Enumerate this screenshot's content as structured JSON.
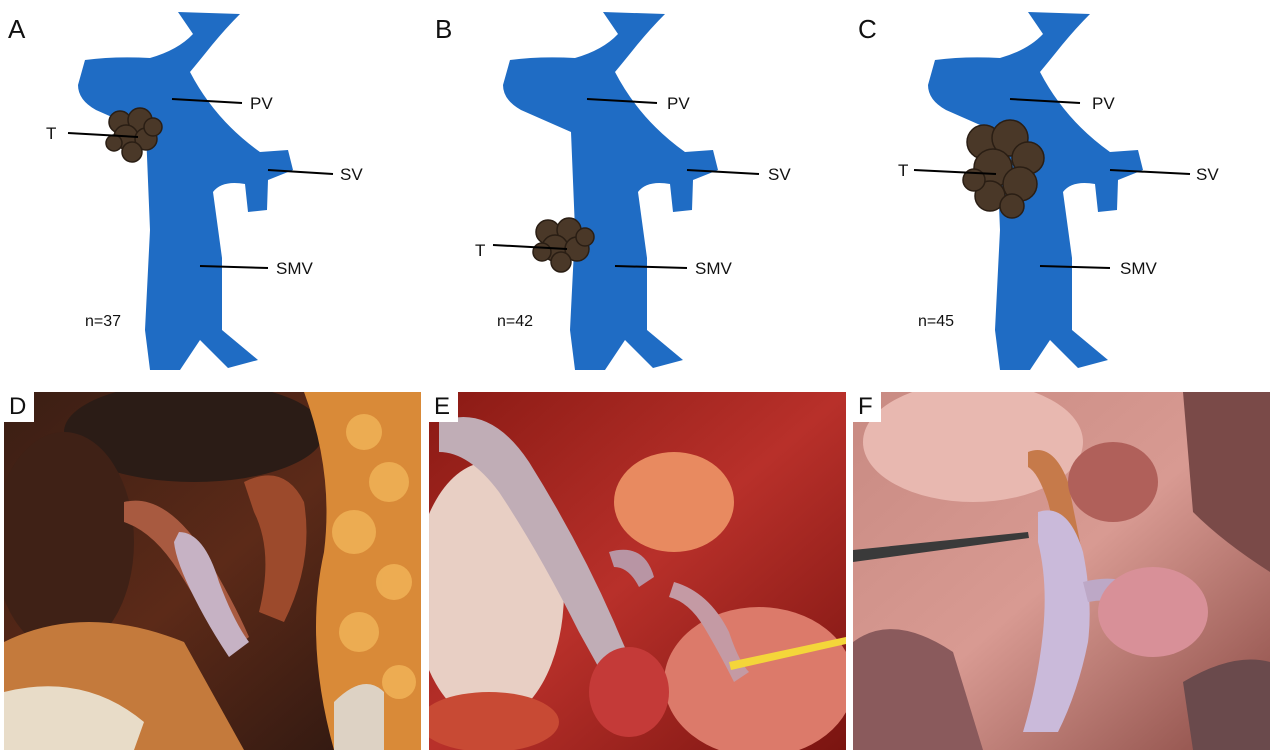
{
  "colors": {
    "vein": "#1f6cc4",
    "tumor": "#4a3828",
    "label_line": "#000000"
  },
  "diagrams": [
    {
      "letter": "A",
      "labels": {
        "pv": "PV",
        "sv": "SV",
        "smv": "SMV",
        "t": "T"
      },
      "count": "n=37"
    },
    {
      "letter": "B",
      "labels": {
        "pv": "PV",
        "sv": "SV",
        "smv": "SMV",
        "t": "T"
      },
      "count": "n=42"
    },
    {
      "letter": "C",
      "labels": {
        "pv": "PV",
        "sv": "SV",
        "smv": "SMV",
        "t": "T"
      },
      "count": "n=45"
    }
  ],
  "photos": [
    {
      "letter": "D"
    },
    {
      "letter": "E"
    },
    {
      "letter": "F"
    }
  ]
}
